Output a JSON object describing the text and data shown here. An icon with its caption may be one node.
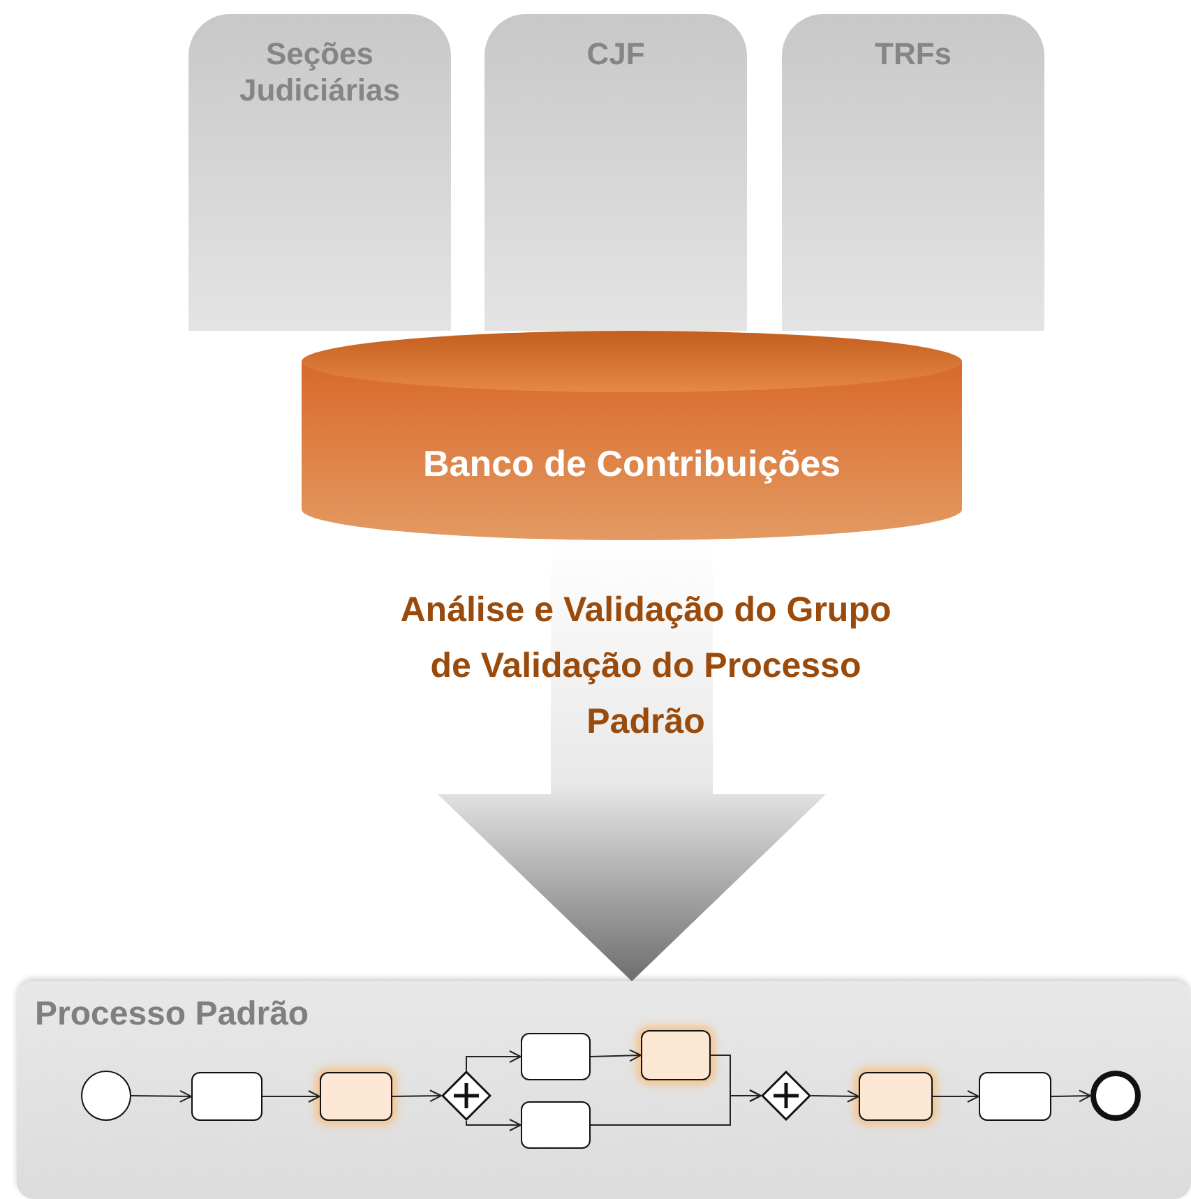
{
  "diagram": {
    "nodes": [
      {
        "text": [
          "Seções Judiciárias"
        ]
      },
      {
        "text": [
          "CJF"
        ]
      },
      {
        "text": [
          "TRFs"
        ]
      },
      {
        "text": [
          "Banco de Contribuições"
        ]
      },
      {
        "text": [
          "Processo Padrão"
        ]
      },
      {
        "text": [],
        "shape": "circle",
        "in": 4
      },
      {
        "text": [],
        "shape": "box",
        "in": 4
      },
      {
        "text": [],
        "shape": "box",
        "in": 4
      },
      {
        "text": [],
        "shape": "diamond",
        "in": 4
      },
      {
        "text": [],
        "shape": "box",
        "in": 4
      },
      {
        "text": [],
        "shape": "box",
        "in": 4
      },
      {
        "text": [],
        "shape": "box",
        "in": 4
      },
      {
        "text": [],
        "shape": "diamond",
        "in": 4
      },
      {
        "text": [],
        "shape": "box",
        "in": 4
      },
      {
        "text": [],
        "shape": "box",
        "in": 4
      },
      {
        "text": [],
        "shape": "circle",
        "in": 4
      }
    ],
    "edges": [
      {
        "from": 3,
        "to": 4,
        "arrow": "to",
        "label": "Análise e Validação do Grupo de Validação do Processo Padrão",
        "style": "thick"
      },
      {
        "from": 5,
        "to": 6,
        "arrow": "to"
      },
      {
        "from": 6,
        "to": 7,
        "arrow": "to"
      },
      {
        "from": 7,
        "to": 8,
        "arrow": "to"
      },
      {
        "from": 8,
        "to": 9,
        "arrow": "to"
      },
      {
        "from": 8,
        "to": 10,
        "arrow": "to"
      },
      {
        "from": 9,
        "to": 11,
        "arrow": "to"
      },
      {
        "from": 11,
        "to": 12,
        "arrow": "to"
      },
      {
        "from": 10,
        "to": 12,
        "arrow": "to"
      },
      {
        "from": 12,
        "to": 13,
        "arrow": "to"
      },
      {
        "from": 13,
        "to": 14,
        "arrow": "to"
      },
      {
        "from": 14,
        "to": 15,
        "arrow": "to"
      }
    ]
  }
}
